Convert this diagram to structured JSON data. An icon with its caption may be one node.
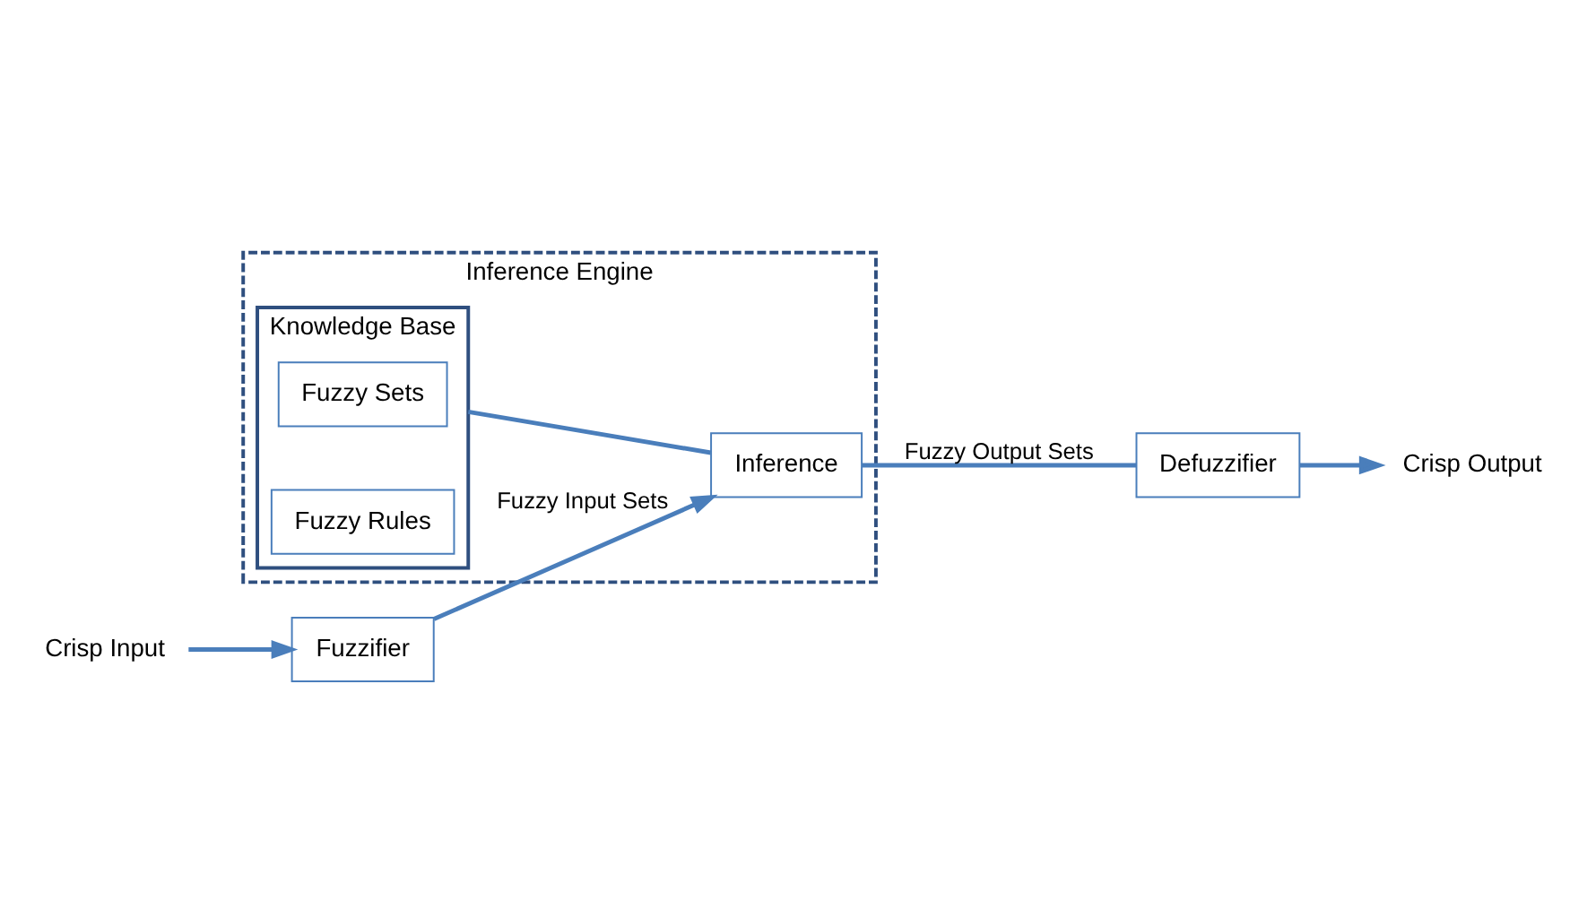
{
  "diagram": {
    "nodes": [
      {
        "text": [
          "Inference Engine"
        ]
      },
      {
        "text": [
          "Knowledge Base"
        ],
        "in": 0
      },
      {
        "text": [
          "Fuzzy Sets"
        ],
        "in": 1
      },
      {
        "text": [
          "Fuzzy Rules"
        ],
        "in": 1
      },
      {
        "text": [
          "Crisp Input"
        ]
      },
      {
        "text": [
          "Fuzzifier"
        ]
      },
      {
        "text": [
          "Inference"
        ],
        "in": 0
      },
      {
        "text": [
          "Defuzzifier"
        ]
      },
      {
        "text": [
          "Crisp Output"
        ]
      }
    ],
    "edges": [
      {
        "from": 4,
        "to": 5,
        "arrow": "to"
      },
      {
        "from": 5,
        "to": 6,
        "arrow": "to",
        "label": "Fuzzy Input Sets"
      },
      {
        "from": 1,
        "to": 6,
        "arrow": "none"
      },
      {
        "from": 6,
        "to": 7,
        "arrow": "none",
        "label": "Fuzzy Output Sets"
      },
      {
        "from": 7,
        "to": 8,
        "arrow": "to"
      }
    ]
  }
}
